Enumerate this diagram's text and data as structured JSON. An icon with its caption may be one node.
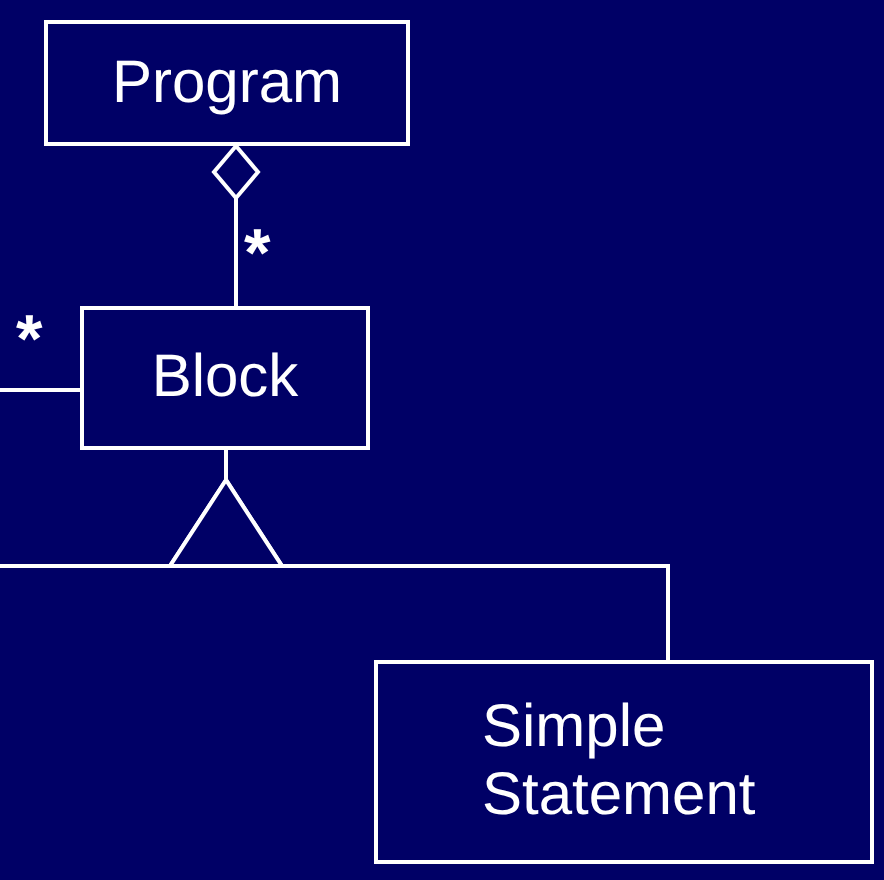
{
  "diagram": {
    "nodes": [
      {
        "text": [
          "Program"
        ]
      },
      {
        "text": [
          "Block"
        ]
      },
      {
        "text": [
          "Simple Statement"
        ]
      }
    ],
    "edges": [
      {
        "from": 0,
        "to": 1,
        "arrow": "other"
      },
      {
        "from": 2,
        "to": 1,
        "arrow": "to"
      },
      {
        "from": null,
        "to": 1,
        "arrow": "to"
      },
      {
        "from": 1,
        "to": null,
        "arrow": "none"
      }
    ],
    "labels": [
      "*",
      "*"
    ]
  }
}
